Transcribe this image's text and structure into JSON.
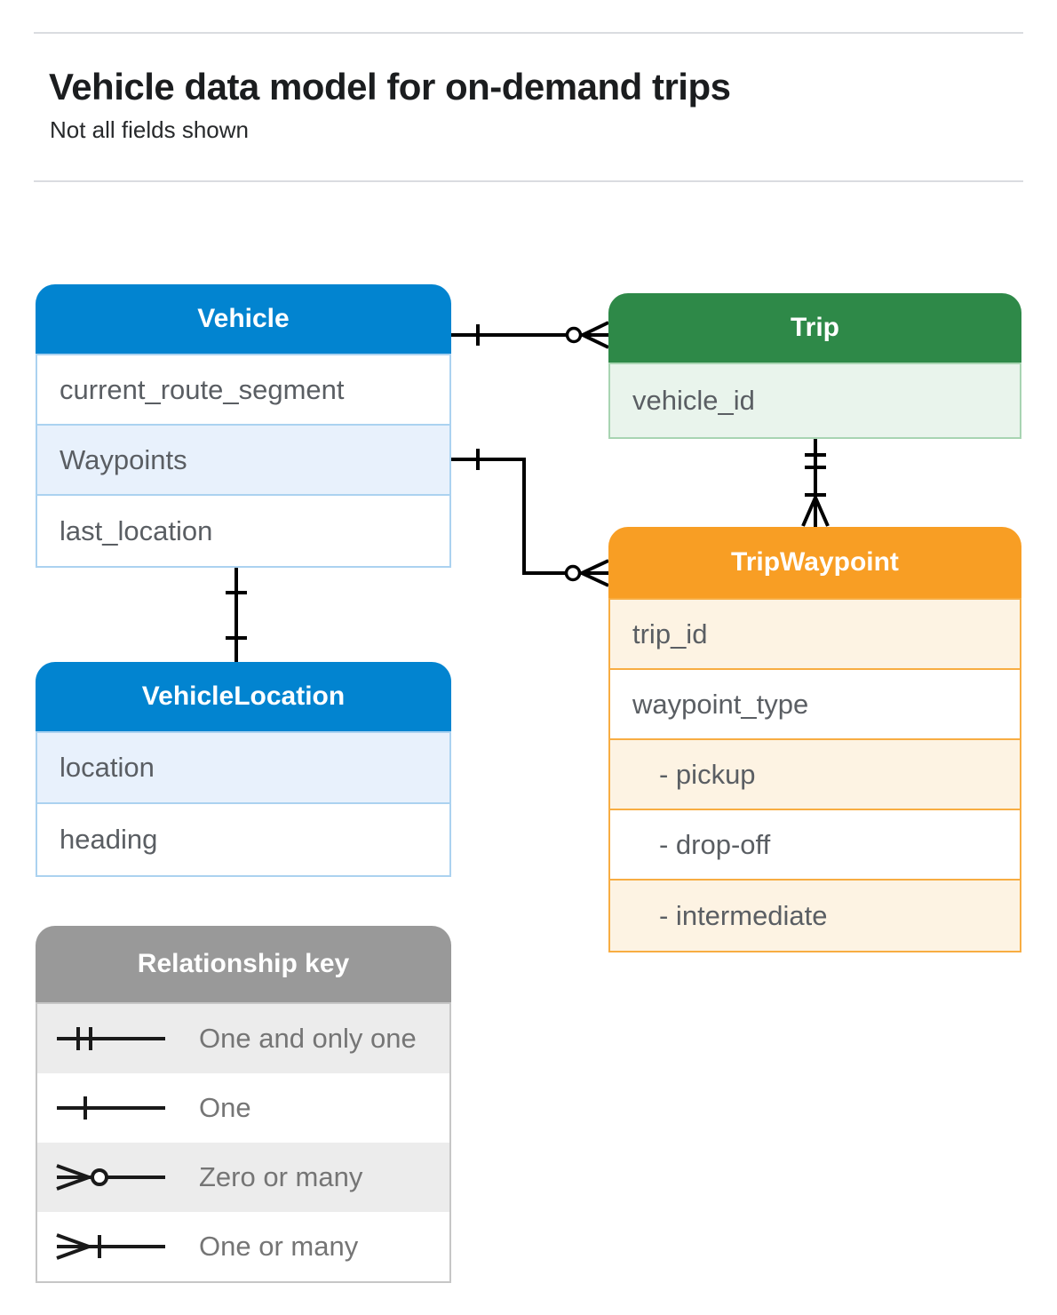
{
  "page": {
    "title": "Vehicle data model for on-demand trips",
    "subtitle": "Not all fields shown"
  },
  "colors": {
    "blue_header": "#0284d0",
    "blue_tint": "#e8f1fc",
    "green_header": "#2e8948",
    "green_tint": "#e9f4ec",
    "orange_header": "#f89e24",
    "orange_tint": "#fdf3e3",
    "gray_header": "#999999",
    "gray_tint": "#ececec",
    "connector_line": "#000000"
  },
  "entities": {
    "vehicle": {
      "title": "Vehicle",
      "rows": [
        {
          "label": "current_route_segment"
        },
        {
          "label": "Waypoints"
        },
        {
          "label": "last_location"
        }
      ]
    },
    "trip": {
      "title": "Trip",
      "rows": [
        {
          "label": "vehicle_id"
        }
      ]
    },
    "trip_waypoint": {
      "title": "TripWaypoint",
      "rows": [
        {
          "label": "trip_id"
        },
        {
          "label": "waypoint_type"
        },
        {
          "label": "- pickup"
        },
        {
          "label": "- drop-off"
        },
        {
          "label": "- intermediate"
        }
      ]
    },
    "vehicle_location": {
      "title": "VehicleLocation",
      "rows": [
        {
          "label": "location"
        },
        {
          "label": "heading"
        }
      ]
    }
  },
  "relationships": [
    {
      "from": "Vehicle",
      "to": "Trip",
      "from_end": "One",
      "to_end": "Zero or many"
    },
    {
      "from": "Vehicle.Waypoints",
      "to": "TripWaypoint",
      "from_end": "One",
      "to_end": "Zero or many"
    },
    {
      "from": "Trip",
      "to": "TripWaypoint",
      "from_end": "One and only one",
      "to_end": "One or many"
    },
    {
      "from": "Vehicle",
      "to": "VehicleLocation",
      "from_end": "One",
      "to_end": "One"
    }
  ],
  "legend": {
    "title": "Relationship key",
    "items": [
      {
        "label": "One and only one",
        "symbol": "one-and-only-one"
      },
      {
        "label": "One",
        "symbol": "one"
      },
      {
        "label": "Zero or many",
        "symbol": "zero-or-many"
      },
      {
        "label": "One or many",
        "symbol": "one-or-many"
      }
    ]
  }
}
